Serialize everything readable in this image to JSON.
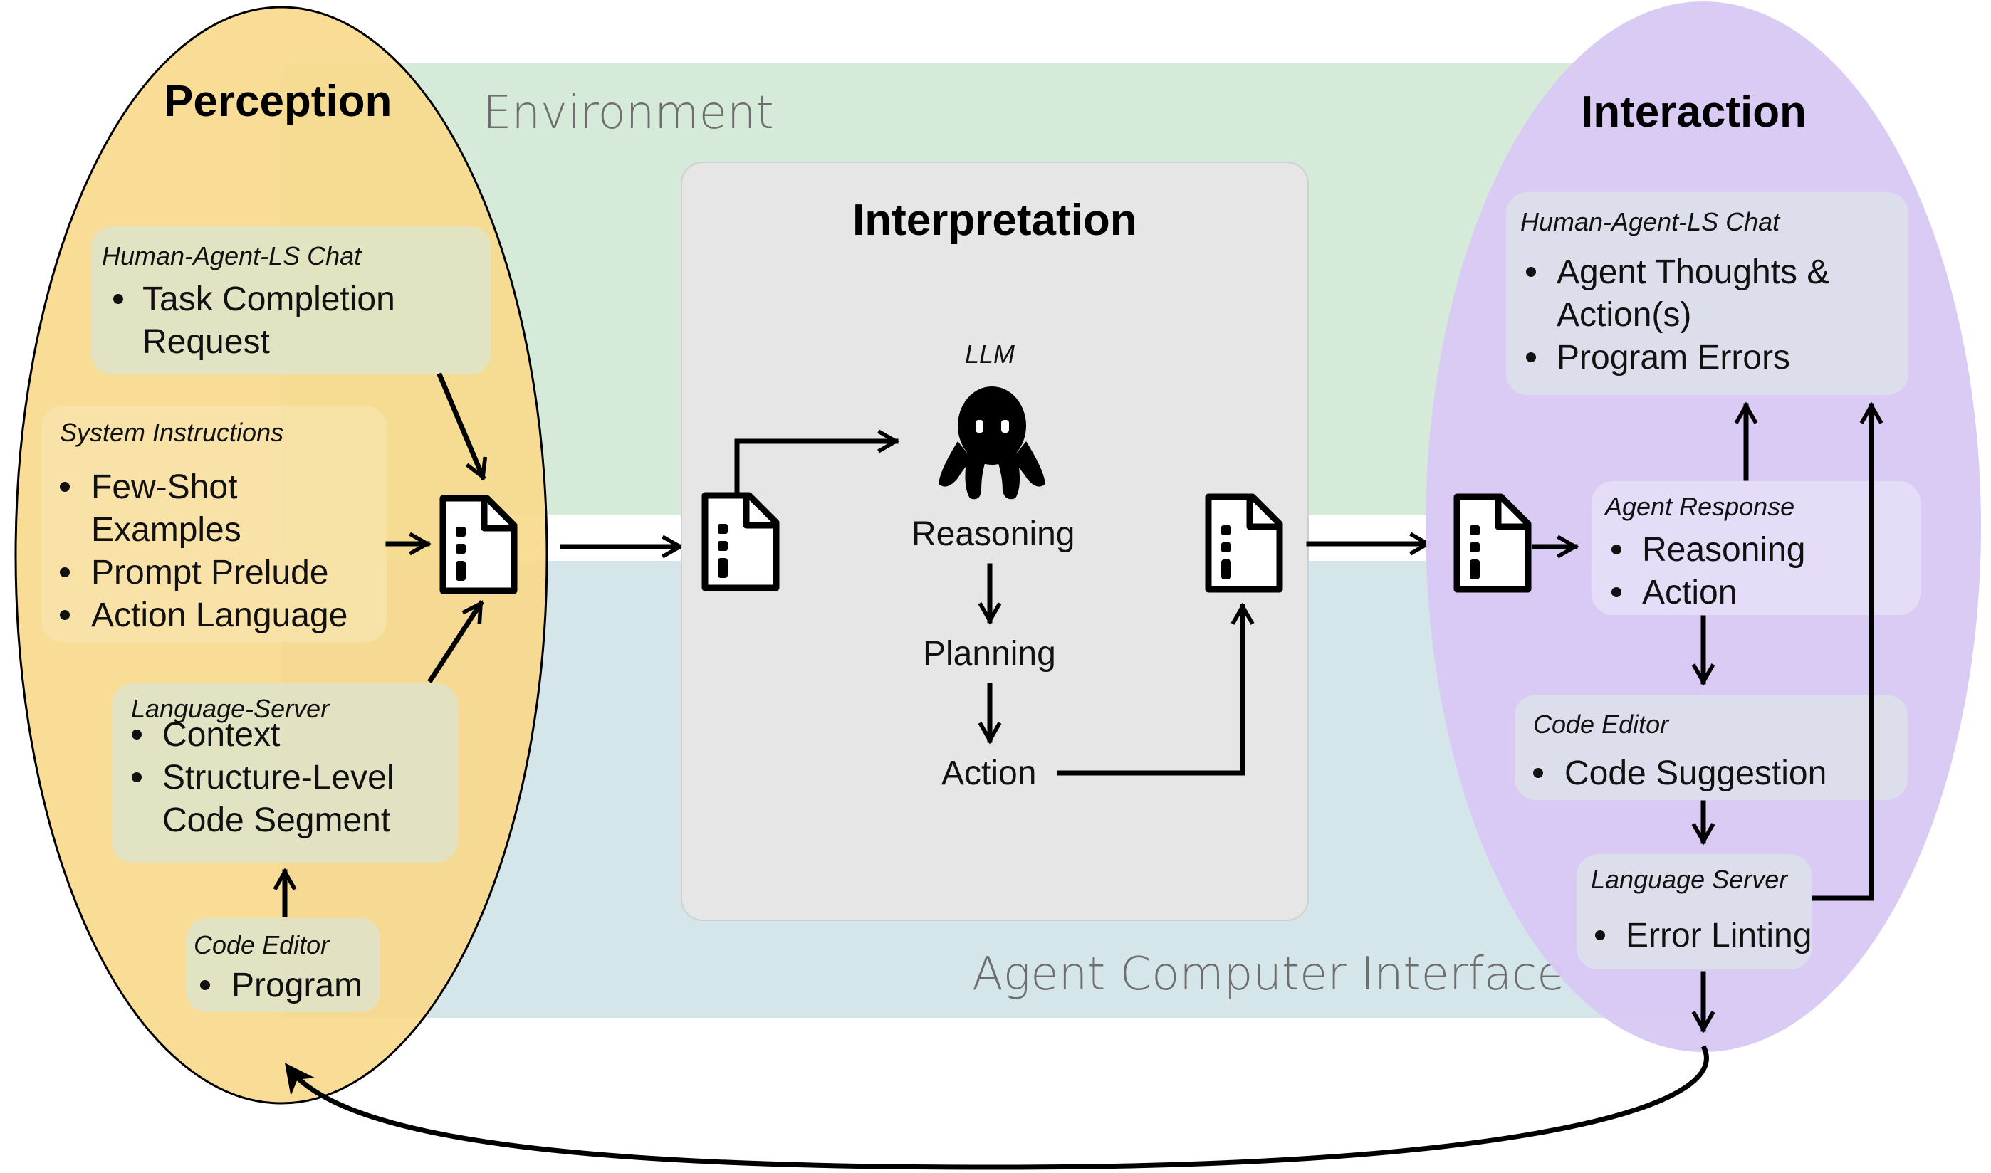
{
  "background": {
    "environment_label": "Environment",
    "aci_label": "Agent Computer Interface",
    "environment_color": "#d6ead9",
    "aci_color": "#d5e6ea"
  },
  "perception": {
    "title": "Perception",
    "color": "#f9d98c",
    "boxes": [
      {
        "title": "Human-Agent-LS Chat",
        "lines": [
          "Task Completion",
          "Request"
        ],
        "bullets": [
          0
        ]
      },
      {
        "title": "System Instructions",
        "lines": [
          "Few-Shot",
          "Examples",
          "Prompt Prelude",
          "Action Language"
        ],
        "bullets": [
          0,
          2,
          3
        ]
      },
      {
        "title": "Language-Server",
        "lines": [
          "Context",
          "Structure-Level",
          "Code Segment"
        ],
        "bullets": [
          0,
          1
        ]
      },
      {
        "title": "Code Editor",
        "lines": [
          "Program"
        ],
        "bullets": [
          0
        ]
      }
    ]
  },
  "interpretation": {
    "title": "Interpretation",
    "llm_label": "LLM",
    "steps": [
      "Reasoning",
      "Planning",
      "Action"
    ],
    "color": "#e6e6e6"
  },
  "interaction": {
    "title": "Interaction",
    "color": "#d9c9f5",
    "boxes": [
      {
        "title": "Human-Agent-LS Chat",
        "lines": [
          "Agent Thoughts &",
          "Action(s)",
          "Program Errors"
        ],
        "bullets": [
          0,
          2
        ]
      },
      {
        "title": "Agent Response",
        "lines": [
          "Reasoning",
          "Action"
        ],
        "bullets": [
          0,
          1
        ]
      },
      {
        "title": "Code Editor",
        "lines": [
          "Code Suggestion"
        ],
        "bullets": [
          0
        ]
      },
      {
        "title": "Language Server",
        "lines": [
          "Error Linting"
        ],
        "bullets": [
          0
        ]
      }
    ]
  },
  "icons": [
    "document-icon",
    "octopus-icon",
    "arrow-icon"
  ]
}
